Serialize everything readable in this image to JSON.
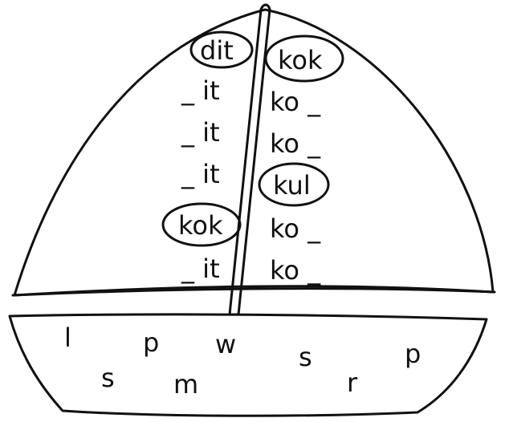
{
  "left_words": [
    "dit",
    "_ it",
    "_ it",
    "_ it",
    "kok",
    "_ it"
  ],
  "right_words": [
    "kok",
    "ko _",
    "ko _",
    "kul",
    "ko _",
    "ko _"
  ],
  "hull_letters": [
    "l",
    "p",
    "w",
    "s",
    "p",
    "s",
    "m",
    "r"
  ]
}
